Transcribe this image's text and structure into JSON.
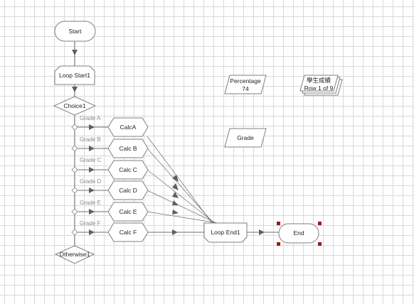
{
  "nodes": {
    "start": "Start",
    "loop_start": "Loop Start1",
    "choice": "Choice1",
    "otherwise": "Otherwise1",
    "loop_end": "Loop End1",
    "end": "End",
    "percentage_label": "Percentage",
    "percentage_value": "74",
    "grade": "Grade",
    "data_sheet_title": "學生成績",
    "data_sheet_row": "Row 1 of 9"
  },
  "branches": [
    {
      "condition": "Grade A",
      "calc": "CalcA"
    },
    {
      "condition": "Grade B",
      "calc": "Calc B"
    },
    {
      "condition": "Grade C",
      "calc": "Calc C"
    },
    {
      "condition": "Grade D",
      "calc": "Calc D"
    },
    {
      "condition": "Grade E",
      "calc": "Calc E"
    },
    {
      "condition": "Grade F",
      "calc": "Calc F"
    }
  ]
}
